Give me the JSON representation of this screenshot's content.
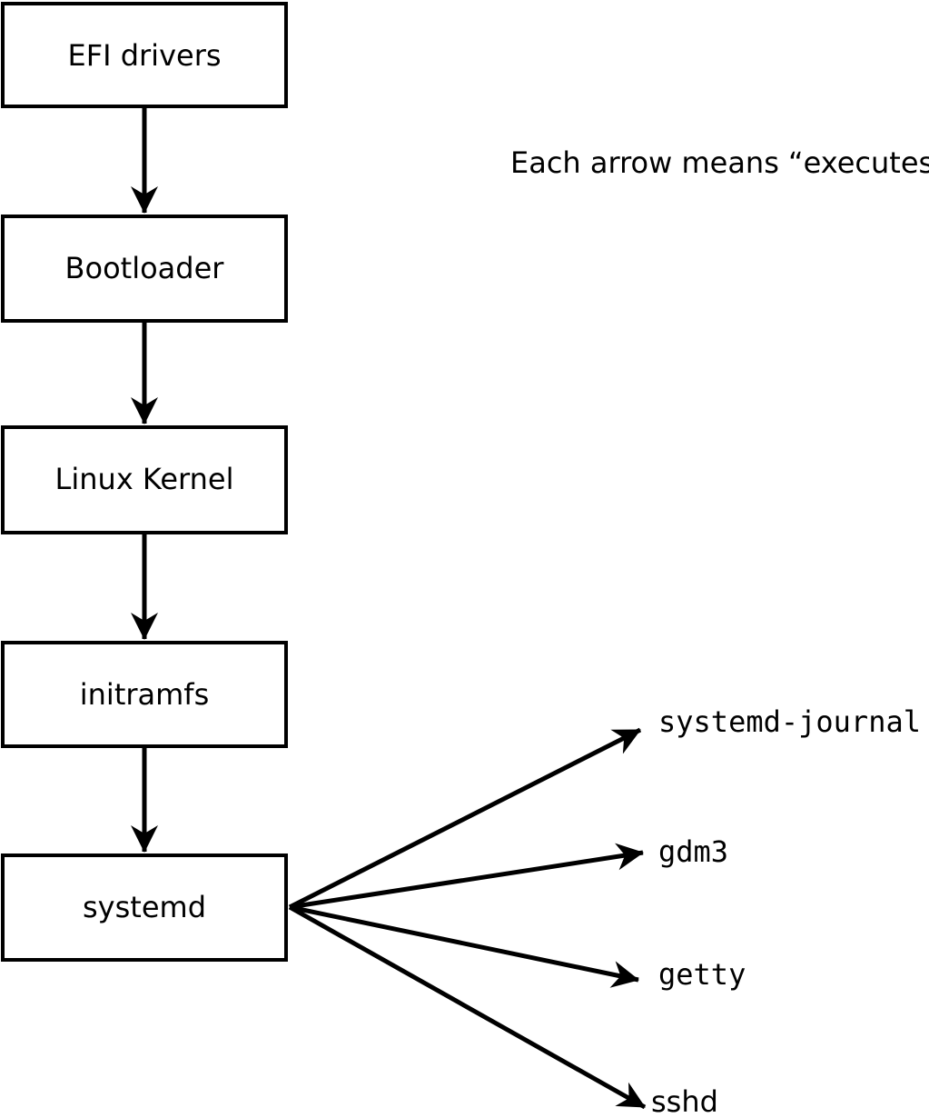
{
  "diagram": {
    "caption": "Each arrow means “executes”.",
    "arrow_meaning": "executes",
    "boot_chain": [
      {
        "label": "EFI drivers"
      },
      {
        "label": "Bootloader"
      },
      {
        "label": "Linux Kernel"
      },
      {
        "label": "initramfs"
      },
      {
        "label": "systemd"
      }
    ],
    "spawned_processes": [
      {
        "label": "systemd-journal"
      },
      {
        "label": "gdm3"
      },
      {
        "label": "getty"
      },
      {
        "label": "sshd"
      }
    ],
    "colors": {
      "background": "#ffffff",
      "box_fill": "#ffffff",
      "line": "#000000",
      "text": "#000000"
    }
  }
}
